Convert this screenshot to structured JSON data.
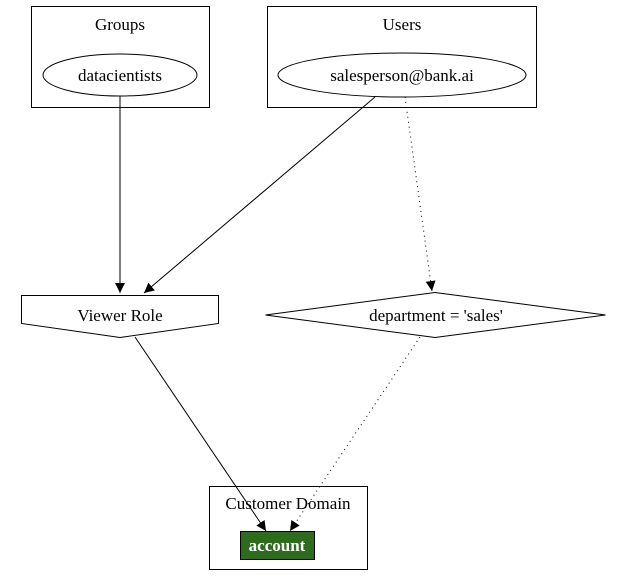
{
  "clusters": {
    "groups": {
      "label": "Groups"
    },
    "users": {
      "label": "Users"
    },
    "customer_domain": {
      "label": "Customer Domain"
    }
  },
  "nodes": {
    "datacientists": {
      "label": "datacientists"
    },
    "salesperson": {
      "label": "salesperson@bank.ai"
    },
    "viewer_role": {
      "label": "Viewer Role"
    },
    "department_filter": {
      "label": "department = 'sales'"
    },
    "account": {
      "label": "account"
    }
  },
  "edges": [
    {
      "from": "datacientists",
      "to": "viewer_role",
      "style": "solid"
    },
    {
      "from": "salesperson",
      "to": "viewer_role",
      "style": "solid"
    },
    {
      "from": "salesperson",
      "to": "department_filter",
      "style": "dotted"
    },
    {
      "from": "viewer_role",
      "to": "account",
      "style": "solid"
    },
    {
      "from": "department_filter",
      "to": "account",
      "style": "dotted"
    }
  ],
  "colors": {
    "account_fill": "#2e6b1f",
    "account_text": "#ffffff",
    "line": "#000000",
    "background": "#ffffff"
  }
}
